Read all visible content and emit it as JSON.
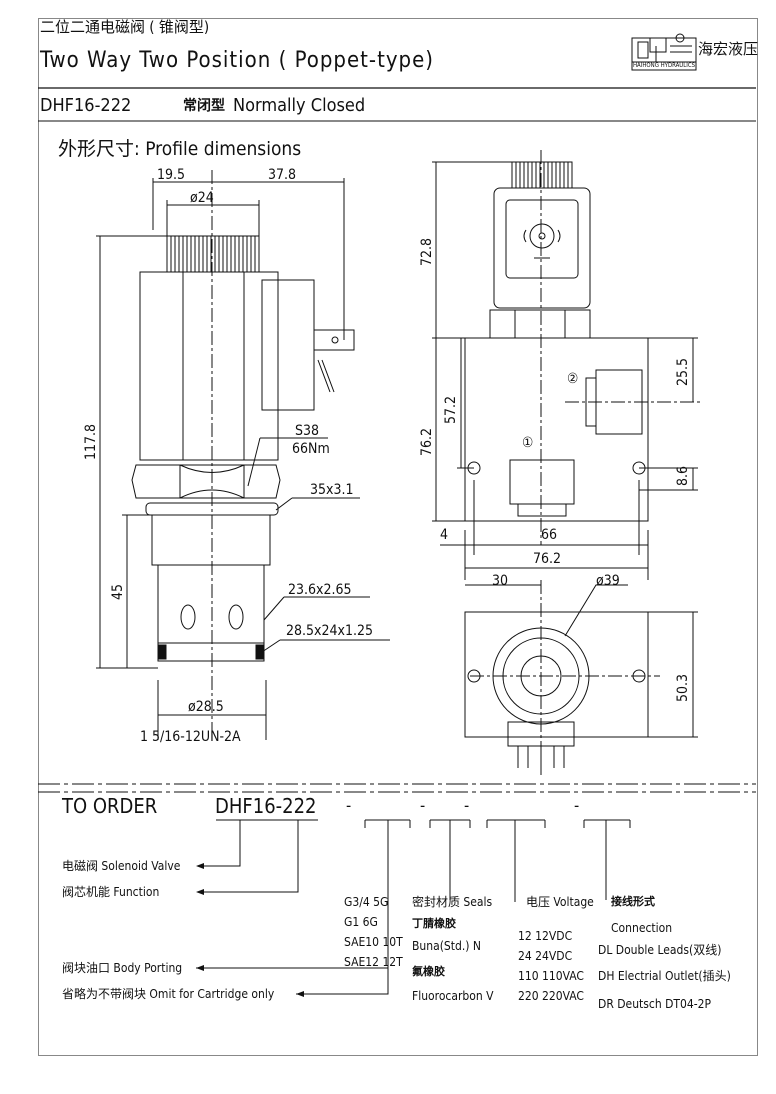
{
  "header": {
    "title_cn": "二位二通电磁阀 ( 锥阀型)",
    "title_en": "Two Way Two Position ( Poppet-type)",
    "logo_text": "HAIHONG HYDRAULICS",
    "logo_cn": "海宏液压"
  },
  "model": {
    "code": "DHF16-222",
    "type_cn": "常闭型",
    "type_en": "Normally Closed"
  },
  "profile": {
    "label": "外形尺寸: Profile dimensions"
  },
  "dims": {
    "d19_5": "19.5",
    "d37_8": "37.8",
    "d24": "ø24",
    "d117_8": "117.8",
    "s38": "S38",
    "nm66": "66Nm",
    "d35x3_1": "35x3.1",
    "d45": "45",
    "d23_6": "23.6x2.65",
    "d28_5x24": "28.5x24x1.25",
    "d28_5": "ø28.5",
    "thread": "1 5/16-12UN-2A",
    "d72_8": "72.8",
    "d57_2": "57.2",
    "d76_2v": "76.2",
    "d25_5": "25.5",
    "d8_6": "8.6",
    "d4": "4",
    "d66": "66",
    "d76_2h": "76.2",
    "d30": "30",
    "d39": "ø39",
    "d50_3": "50.3",
    "port1": "①",
    "port2": "②"
  },
  "order": {
    "label": "TO ORDER",
    "code": "DHF16-222",
    "dash": "-",
    "solenoid": "电磁阀 Solenoid Valve",
    "function": "阀芯机能 Function",
    "body_porting": "阀块油口 Body Porting",
    "omit": "省略为不带阀块 Omit for Cartridge only",
    "ports": [
      "G3/4  5G",
      "G1    6G",
      "SAE10  10T",
      "SAE12  12T"
    ],
    "seals_title": "密封材质 Seals",
    "seal_buna_cn": "丁腈橡胶",
    "seal_buna": "Buna(Std.)   N",
    "seal_fluoro_cn": "氟橡胶",
    "seal_fluoro": "Fluorocarbon  V",
    "voltage_title": "电压 Voltage",
    "voltages": [
      "12   12VDC",
      "24   24VDC",
      "110  110VAC",
      "220  220VAC"
    ],
    "connection_title_cn": "接线形式",
    "connection_title": "Connection",
    "connections": [
      "DL  Double Leads(双线)",
      "DH  Electrial Outlet(插头)",
      "DR  Deutsch DT04-2P"
    ]
  }
}
